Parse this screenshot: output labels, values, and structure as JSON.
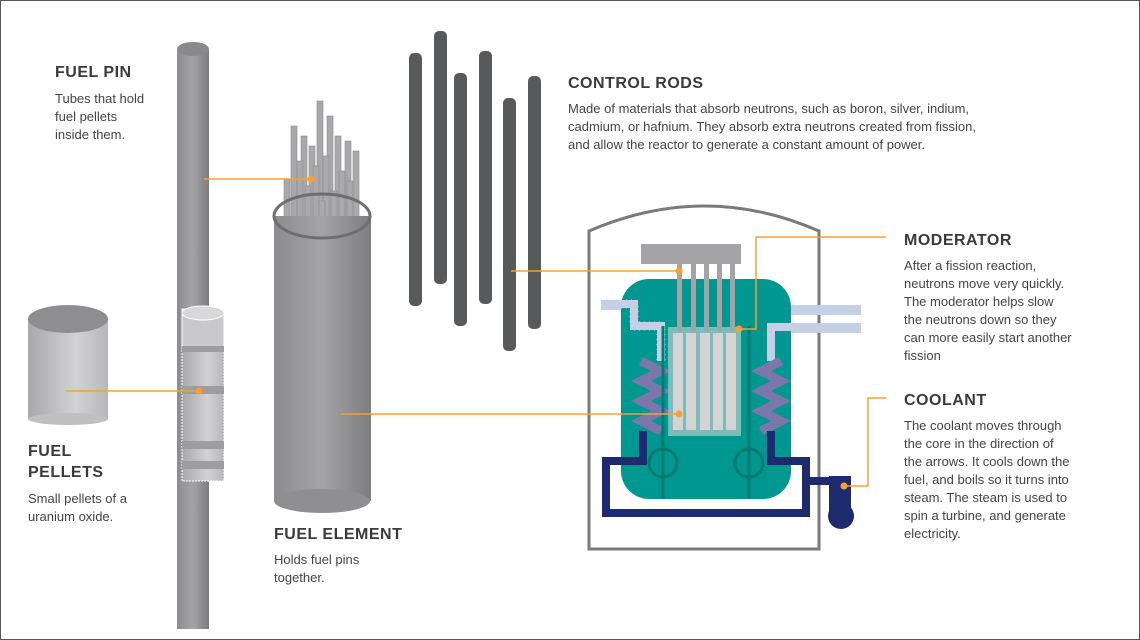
{
  "colors": {
    "accent": "#f5a033",
    "core": "#009790",
    "coolant_dark": "#1d2a6e",
    "coolant_light": "#c5d0e6",
    "steel": "#9b9b9d",
    "rod": "#58595b"
  },
  "labels": {
    "fuel_pin": {
      "title": "FUEL PIN",
      "body": [
        "Tubes that hold",
        "fuel pellets",
        "inside them."
      ]
    },
    "fuel_pellets": {
      "title": [
        "FUEL",
        "PELLETS"
      ],
      "body": [
        "Small pellets of a",
        "uranium oxide."
      ]
    },
    "fuel_element": {
      "title": "FUEL ELEMENT",
      "body": [
        "Holds fuel pins",
        "together."
      ]
    },
    "control_rods": {
      "title": "CONTROL RODS",
      "body": [
        "Made of materials that absorb neutrons, such as boron, silver, indium,",
        "cadmium, or hafnium. They absorb extra neutrons created from fission,",
        "and allow the reactor to generate a constant amount of power."
      ]
    },
    "moderator": {
      "title": "MODERATOR",
      "body": [
        "After a fission reaction,",
        "neutrons move very quickly.",
        "The moderator helps slow",
        "the neutrons down so they",
        "can more easily start another",
        "fission"
      ]
    },
    "coolant": {
      "title": "COOLANT",
      "body": [
        "The coolant moves through",
        "the core in the direction of",
        "the arrows. It cools down the",
        "fuel, and boils so it turns into",
        "steam. The steam is used to",
        "spin a turbine, and generate",
        "electricity."
      ]
    }
  }
}
